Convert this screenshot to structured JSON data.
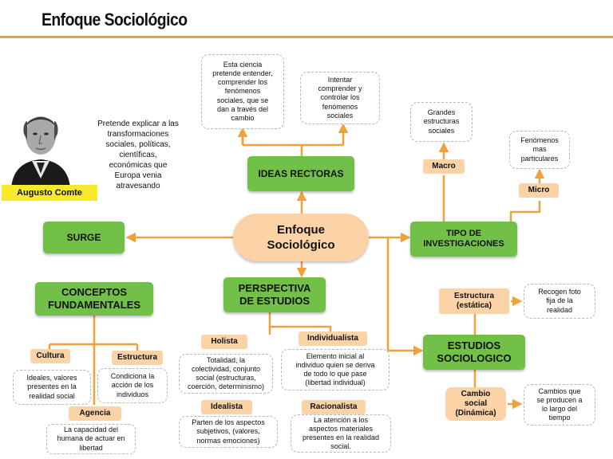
{
  "page": {
    "title": "Enfoque Sociológico"
  },
  "colors": {
    "accent": "#f2a13a",
    "green": "#73c049",
    "peach": "#fbd3a6",
    "name_tag": "#f6ea2a"
  },
  "central": {
    "line1": "Enfoque",
    "line2": "Sociológico"
  },
  "portrait": {
    "name": "Augusto Comte",
    "caption": [
      "Pretende explicar a las",
      "transformaciones",
      "sociales, políticas,",
      "científicas,",
      "económicas que",
      "Europa venia",
      "atravesando"
    ]
  },
  "surge": {
    "label": "SURGE"
  },
  "ideas_rectoras": {
    "label": "IDEAS RECTORAS",
    "notes": [
      [
        "Esta ciencia",
        "pretende entender,",
        "comprender los",
        "fenómenos",
        "sociales, que se",
        "dan a través del",
        "cambio"
      ],
      [
        "Intentar",
        "comprender y",
        "controlar los",
        "fenómenos",
        "sociales"
      ]
    ]
  },
  "tipo": {
    "label": [
      "TIPO DE",
      "INVESTIGACIONES"
    ],
    "macro": {
      "label": "Macro",
      "note": [
        "Grandes",
        "estructuras",
        "sociales"
      ]
    },
    "micro": {
      "label": "Micro",
      "note": [
        "Fenómenos",
        "mas",
        "particulares"
      ]
    }
  },
  "conceptos": {
    "label": [
      "CONCEPTOS",
      "FUNDAMENTALES"
    ],
    "cultura": {
      "label": "Cultura",
      "note": [
        "Ideales, valores",
        "presentes en la",
        "realidad social"
      ]
    },
    "estructura": {
      "label": "Estructura",
      "note": [
        "Condiciona  la",
        "acción de los",
        "individuos"
      ]
    },
    "agencia": {
      "label": "Agencia",
      "note": [
        "La capacidad del",
        "humana de actuar en",
        "libertad"
      ]
    }
  },
  "perspectiva": {
    "label": [
      "PERSPECTIVA",
      "DE ESTUDIOS"
    ],
    "holista": {
      "label": "Holista",
      "note": [
        "Totalidad, la",
        "colectividad, conjunto",
        "social (estructuras,",
        "coerción, determinismo)"
      ]
    },
    "individualista": {
      "label": "Individualista",
      "note": [
        "Elemento inicial al",
        "individuo quien se deriva",
        "de todo lo que pase",
        "(libertad individual)"
      ]
    },
    "idealista": {
      "label": "Idealista",
      "note": [
        "Parten de los aspectos",
        "subjetivos,  (valores,",
        "normas emociones)"
      ]
    },
    "racionalista": {
      "label": "Racionalista",
      "note": [
        "La atención a los",
        "aspectos materiales",
        "presentes en la realidad",
        "social."
      ]
    }
  },
  "estudios": {
    "label": [
      "ESTUDIOS",
      "SOCIOLOGICO"
    ],
    "estructura": {
      "label": [
        "Estructura",
        "(estática)"
      ],
      "note": [
        "Recogen foto",
        "fija de la",
        "realidad"
      ]
    },
    "cambio": {
      "label": [
        "Cambio",
        "social",
        "(Dinámica)"
      ],
      "note": [
        "Cambios que",
        "se producen a",
        "lo largo del",
        "tiempo"
      ]
    }
  }
}
